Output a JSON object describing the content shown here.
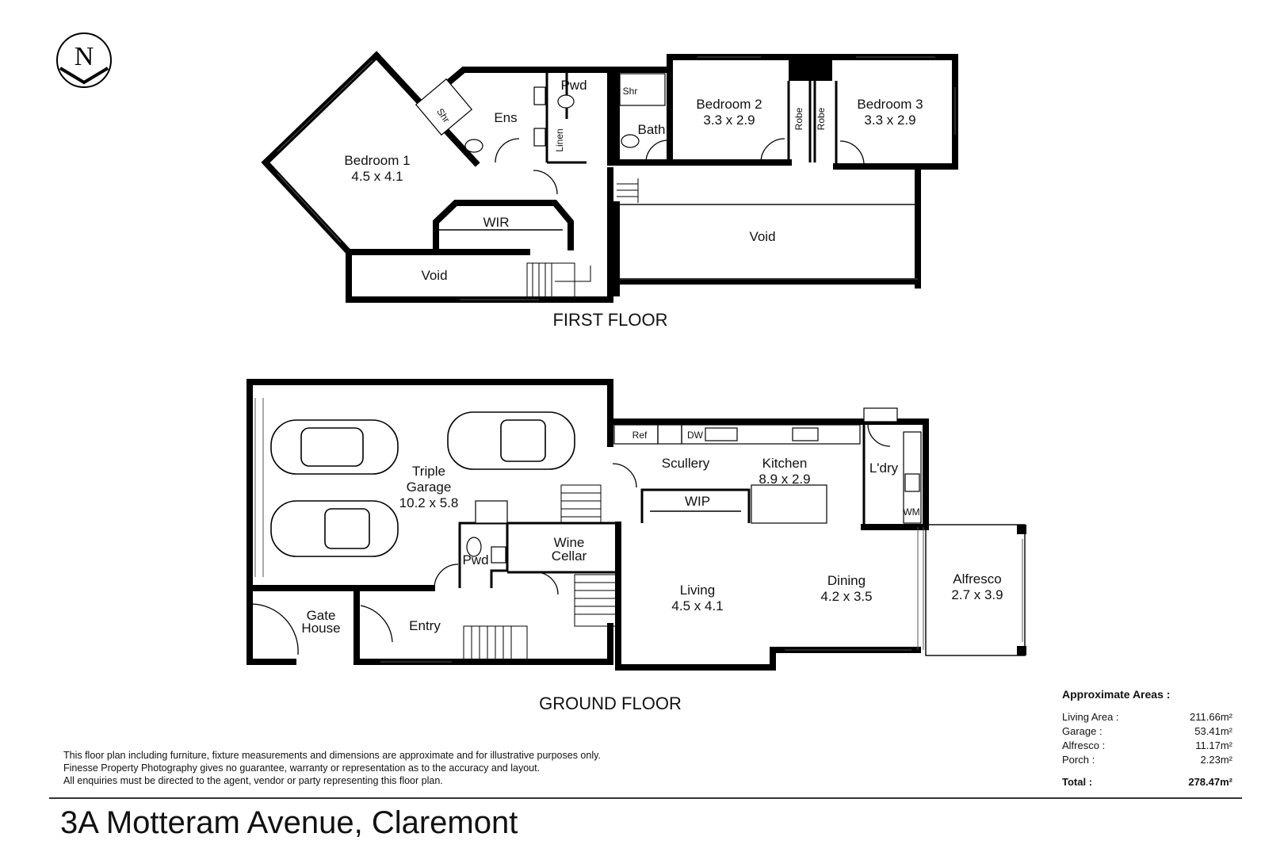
{
  "compass": {
    "letter": "N"
  },
  "floors": {
    "first": {
      "title": "FIRST FLOOR",
      "rooms": {
        "bedroom1": {
          "name": "Bedroom 1",
          "size": "4.5 x 4.1"
        },
        "ensuite": {
          "name": "Ens"
        },
        "ensuite_shower": {
          "name": "Shr"
        },
        "powder": {
          "name": "Pwd"
        },
        "linen": {
          "name": "Linen"
        },
        "bath": {
          "name": "Bath"
        },
        "bath_shower": {
          "name": "Shr"
        },
        "bedroom2": {
          "name": "Bedroom 2",
          "size": "3.3 x 2.9"
        },
        "robe_a": {
          "name": "Robe"
        },
        "robe_b": {
          "name": "Robe"
        },
        "bedroom3": {
          "name": "Bedroom 3",
          "size": "3.3 x 2.9"
        },
        "wir": {
          "name": "WIR"
        },
        "void_left": {
          "name": "Void"
        },
        "void_right": {
          "name": "Void"
        }
      }
    },
    "ground": {
      "title": "GROUND FLOOR",
      "rooms": {
        "garage": {
          "name_line1": "Triple",
          "name_line2": "Garage",
          "size": "10.2 x 5.8"
        },
        "gatehouse": {
          "name_line1": "Gate",
          "name_line2": "House"
        },
        "entry": {
          "name": "Entry"
        },
        "powder": {
          "name": "Pwd"
        },
        "wine": {
          "name_line1": "Wine",
          "name_line2": "Cellar"
        },
        "scullery": {
          "name": "Scullery"
        },
        "wip": {
          "name": "WIP"
        },
        "kitchen": {
          "name": "Kitchen",
          "size": "8.9 x 2.9"
        },
        "laundry": {
          "name": "L'dry"
        },
        "living": {
          "name": "Living",
          "size": "4.5 x 4.1"
        },
        "dining": {
          "name": "Dining",
          "size": "4.2 x 3.5"
        },
        "alfresco": {
          "name": "Alfresco",
          "size": "2.7 x 3.9"
        },
        "fridge": {
          "name": "Ref"
        },
        "dishwasher": {
          "name": "DW"
        },
        "washer": {
          "name": "WM"
        }
      }
    }
  },
  "areas": {
    "heading": "Approximate Areas :",
    "rows": [
      {
        "label": "Living Area :",
        "value": "211.66m²"
      },
      {
        "label": "Garage :",
        "value": "53.41m²"
      },
      {
        "label": "Alfresco :",
        "value": "11.17m²"
      },
      {
        "label": "Porch :",
        "value": "2.23m²"
      }
    ],
    "total_label": "Total :",
    "total_value": "278.47m²"
  },
  "disclaimer": [
    "This floor plan including furniture, fixture measurements and dimensions are approximate and for illustrative purposes only.",
    "Finesse Property Photography gives no  guarantee, warranty or representation as to the accuracy and layout.",
    "All enquiries must be directed to the agent, vendor or party representing this floor plan."
  ],
  "address": "3A Motteram Avenue, Claremont"
}
